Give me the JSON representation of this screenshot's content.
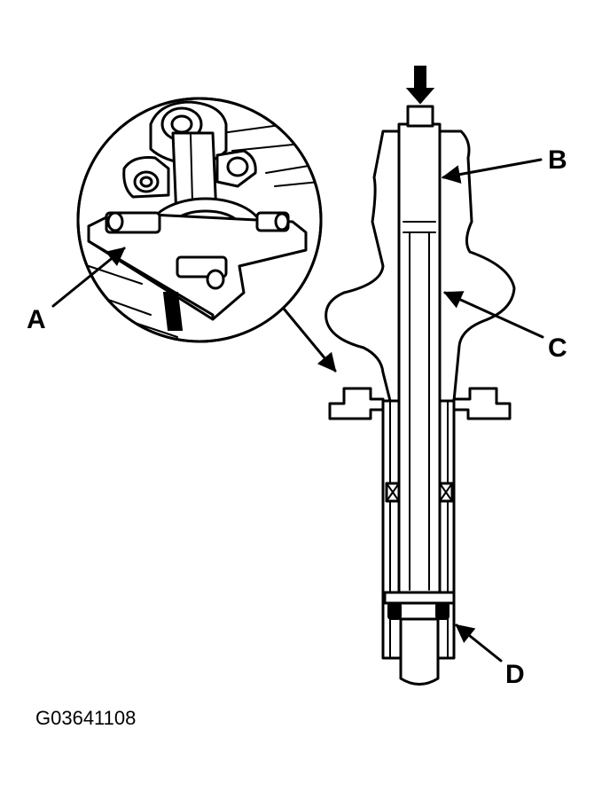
{
  "labels": {
    "a": "A",
    "b": "B",
    "c": "C",
    "d": "D"
  },
  "figure_id": "G03641108",
  "colors": {
    "ink": "#000000",
    "paper": "#ffffff"
  }
}
